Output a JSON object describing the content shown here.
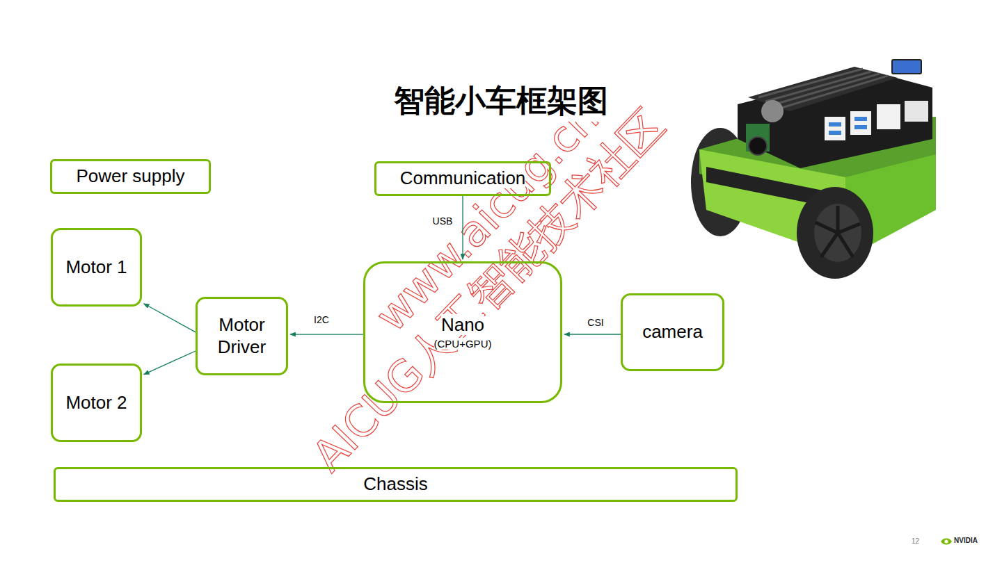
{
  "diagram": {
    "title": "智能小车框架图",
    "nodes": [
      {
        "text": [
          "Power supply"
        ]
      },
      {
        "text": [
          "Communication"
        ]
      },
      {
        "text": [
          "Motor 1"
        ]
      },
      {
        "text": [
          "Motor Driver"
        ]
      },
      {
        "text": [
          "Nano",
          "(CPU+GPU)"
        ]
      },
      {
        "text": [
          "camera"
        ]
      },
      {
        "text": [
          "Motor 2"
        ]
      },
      {
        "text": [
          "Chassis"
        ]
      }
    ],
    "edges": [
      {
        "from": 1,
        "to": 4,
        "label": "USB",
        "arrow": "to"
      },
      {
        "from": 4,
        "to": 3,
        "label": "I2C",
        "arrow": "to"
      },
      {
        "from": 5,
        "to": 4,
        "label": "CSI",
        "arrow": "to"
      },
      {
        "from": 3,
        "to": 2,
        "arrow": "to"
      },
      {
        "from": 3,
        "to": 6,
        "arrow": "to"
      }
    ],
    "labels": [
      "www.aicug.cn",
      "AICUG人工智能技术社区",
      "12",
      "NVIDIA"
    ]
  }
}
